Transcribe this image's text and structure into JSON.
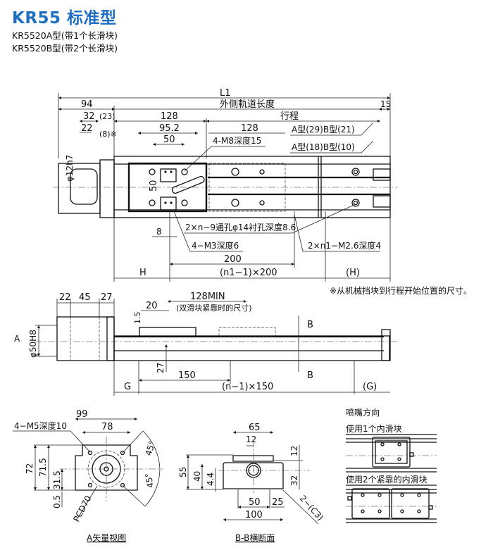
{
  "header": {
    "title": "KR55  标准型",
    "subtitle_a": "KR5520A型(带1个长滑块)",
    "subtitle_b": "KR5520B型(带2个长滑块)"
  },
  "colors": {
    "title": "#1f6fc0",
    "line": "#111111"
  },
  "top_view": {
    "L1": "L1",
    "d94": "94",
    "outer_rail_length": "外侧軌道长度",
    "d15": "15",
    "d32": "32",
    "d23": "(23)",
    "d128a": "128",
    "stroke": "行程",
    "d22": "22",
    "d8note": "(8)※",
    "d95_2": "95.2",
    "d128b": "128",
    "typeA29": "A型(29)B型(21)",
    "phi12h7": "φ12h7",
    "d50w": "50",
    "m8": "4-M8深度15",
    "typeA18": "A型(18)B型(10)",
    "d50h": "50",
    "holes_n": "2×n−9通孔φ14衬孔深度8.6",
    "d8": "8",
    "m3": "4−M3深度6",
    "m26": "2×n1−M2.6深度4",
    "d200": "200",
    "H": "H",
    "n1_200": "(n1−1)×200",
    "H_paren": "(H)"
  },
  "side_view": {
    "note": "※从机械挡块到行程开始位置的尺寸。",
    "d22": "22",
    "d45": "45",
    "d27": "27",
    "min128": "128MIN",
    "min_note": "(双滑块紧靠时的尺寸)",
    "d20": "20",
    "d1_5": "1.5",
    "A": "A",
    "phi50h8": "φ50H8",
    "B_top": "B",
    "B_bot": "B",
    "d27v": "27",
    "d150": "150",
    "G": "G",
    "n_150": "(n−1)×150",
    "G_paren": "(G)"
  },
  "view_a": {
    "caption": "A矢量视图",
    "m5": "4−M5深度10",
    "d99": "99",
    "d78": "78",
    "d72": "72",
    "d71_5": "71.5",
    "d31_5": "31.5",
    "d0_5": "0.5",
    "pcd": "PCD70",
    "ang1": "45°",
    "ang2": "45°"
  },
  "section_bb": {
    "caption": "B-B横断面",
    "d65": "65",
    "d12t": "12",
    "d12r": "12",
    "d55": "55",
    "d40": "40",
    "d4_4": "4.4",
    "d32": "32",
    "d50": "50",
    "d25": "25",
    "d100": "100",
    "chamfer": "2−(C3)"
  },
  "nozzle": {
    "title": "喷嘴方向",
    "one": "使用1个内滑块",
    "two": "使用2个紧靠的内滑块"
  }
}
